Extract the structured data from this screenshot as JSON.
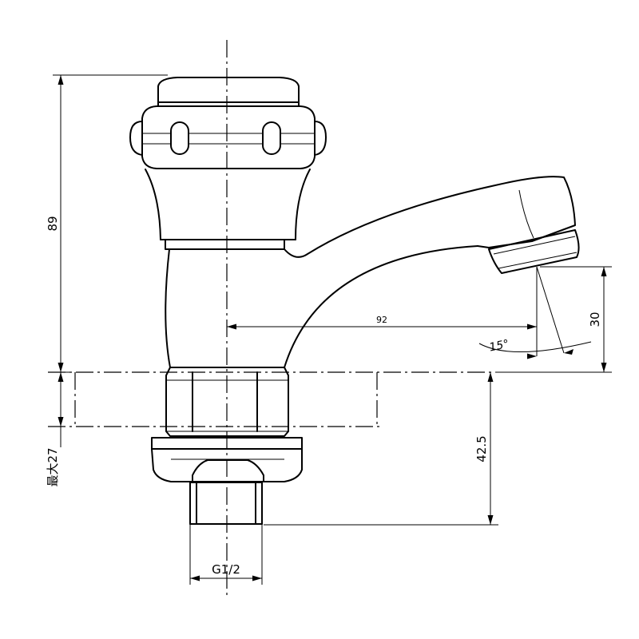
{
  "dimensions": {
    "total_height": "89",
    "reach": "92",
    "spout_angle": "15°",
    "spout_drop": "30",
    "max_panel": "最大27",
    "shank_length": "42.5",
    "thread": "G1/2"
  }
}
